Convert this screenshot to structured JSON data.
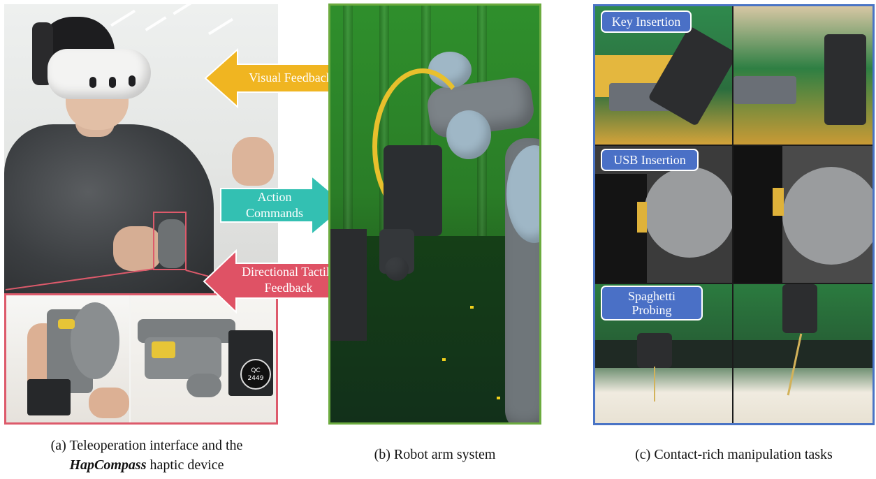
{
  "arrows": {
    "visual_feedback": "Visual Feedback",
    "action_commands_line1": "Action",
    "action_commands_line2": "Commands",
    "tactile_line1": "Directional Tactile",
    "tactile_line2": "Feedback"
  },
  "panel_a": {
    "qc_sticker_line1": "QC",
    "qc_sticker_line2": "2449"
  },
  "panel_c": {
    "tasks": [
      {
        "line1": "Key Insertion"
      },
      {
        "line1": "USB Insertion"
      },
      {
        "line1": "Spaghetti",
        "line2": "Probing"
      }
    ]
  },
  "captions": {
    "a_line1": "(a) Teleoperation interface and the",
    "a_line2_bold": "HapCompass",
    "a_line2_rest": " haptic device",
    "b": "(b) Robot arm system",
    "c": "(c) Contact-rich manipulation tasks"
  },
  "colors": {
    "visual_feedback_arrow": "#f0b521",
    "action_commands_arrow": "#33c0b2",
    "tactile_arrow": "#df5265",
    "panel_b_border": "#6cab3f",
    "panel_c_border": "#4a74c5",
    "task_badge": "#4a70c6"
  }
}
